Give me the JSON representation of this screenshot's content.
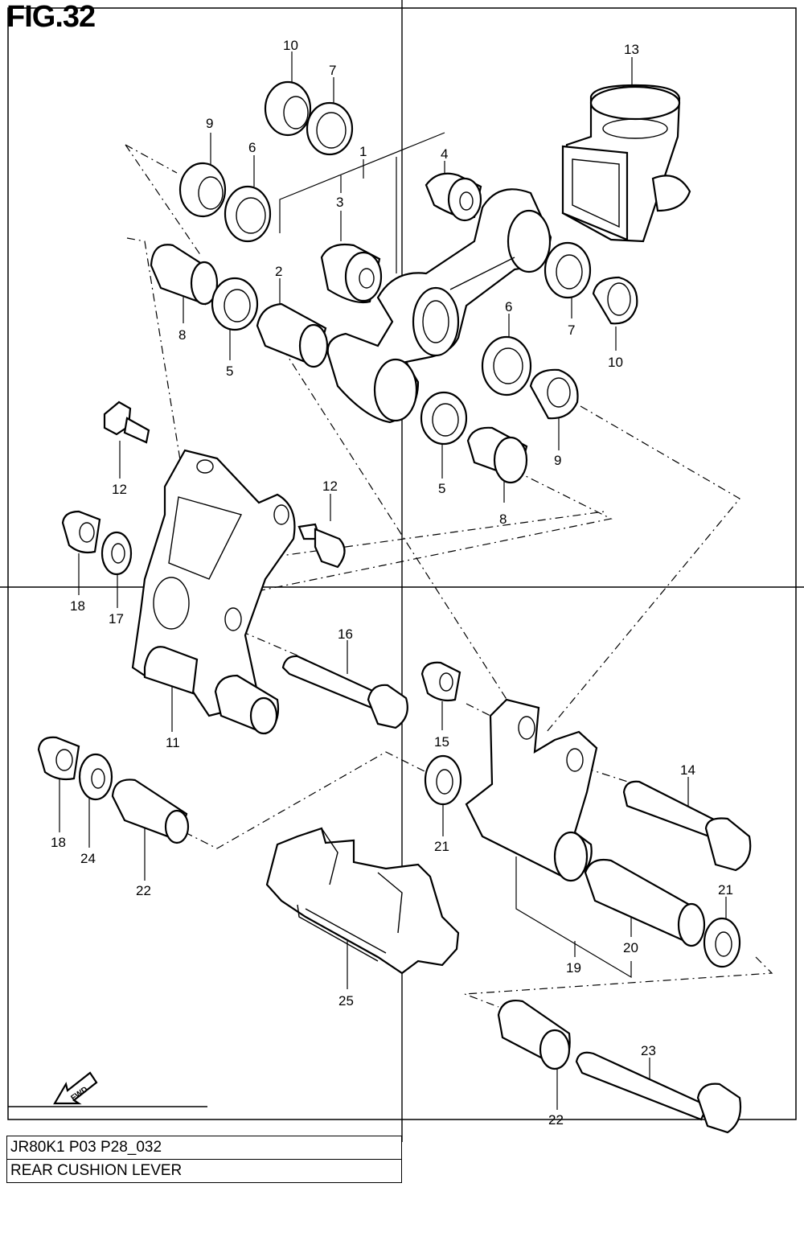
{
  "figure": {
    "title": "FIG.32",
    "code": "JR80K1 P03 P28_032",
    "name": "REAR CUSHION LEVER",
    "fwd_label": "FWD"
  },
  "callouts": [
    {
      "id": "c10a",
      "label": "10"
    },
    {
      "id": "c7a",
      "label": "7"
    },
    {
      "id": "c13",
      "label": "13"
    },
    {
      "id": "c9a",
      "label": "9"
    },
    {
      "id": "c6a",
      "label": "6"
    },
    {
      "id": "c1",
      "label": "1"
    },
    {
      "id": "c4",
      "label": "4"
    },
    {
      "id": "c3",
      "label": "3"
    },
    {
      "id": "c2",
      "label": "2"
    },
    {
      "id": "c8a",
      "label": "8"
    },
    {
      "id": "c5a",
      "label": "5"
    },
    {
      "id": "c6b",
      "label": "6"
    },
    {
      "id": "c7b",
      "label": "7"
    },
    {
      "id": "c10b",
      "label": "10"
    },
    {
      "id": "c9b",
      "label": "9"
    },
    {
      "id": "c5b",
      "label": "5"
    },
    {
      "id": "c8b",
      "label": "8"
    },
    {
      "id": "c12a",
      "label": "12"
    },
    {
      "id": "c12b",
      "label": "12"
    },
    {
      "id": "c18a",
      "label": "18"
    },
    {
      "id": "c17",
      "label": "17"
    },
    {
      "id": "c16",
      "label": "16"
    },
    {
      "id": "c11",
      "label": "11"
    },
    {
      "id": "c15",
      "label": "15"
    },
    {
      "id": "c14",
      "label": "14"
    },
    {
      "id": "c18b",
      "label": "18"
    },
    {
      "id": "c24",
      "label": "24"
    },
    {
      "id": "c22a",
      "label": "22"
    },
    {
      "id": "c21a",
      "label": "21"
    },
    {
      "id": "c21b",
      "label": "21"
    },
    {
      "id": "c20",
      "label": "20"
    },
    {
      "id": "c19",
      "label": "19"
    },
    {
      "id": "c25",
      "label": "25"
    },
    {
      "id": "c23",
      "label": "23"
    },
    {
      "id": "c22b",
      "label": "22"
    }
  ]
}
